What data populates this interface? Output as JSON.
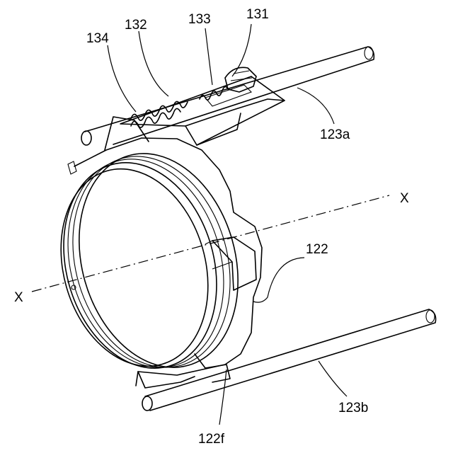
{
  "labels": {
    "l131": "131",
    "l132": "132",
    "l133": "133",
    "l134": "134",
    "l123a": "123a",
    "l123b": "123b",
    "l122": "122",
    "l122f": "122f",
    "axis_left": "X",
    "axis_right": "X"
  }
}
